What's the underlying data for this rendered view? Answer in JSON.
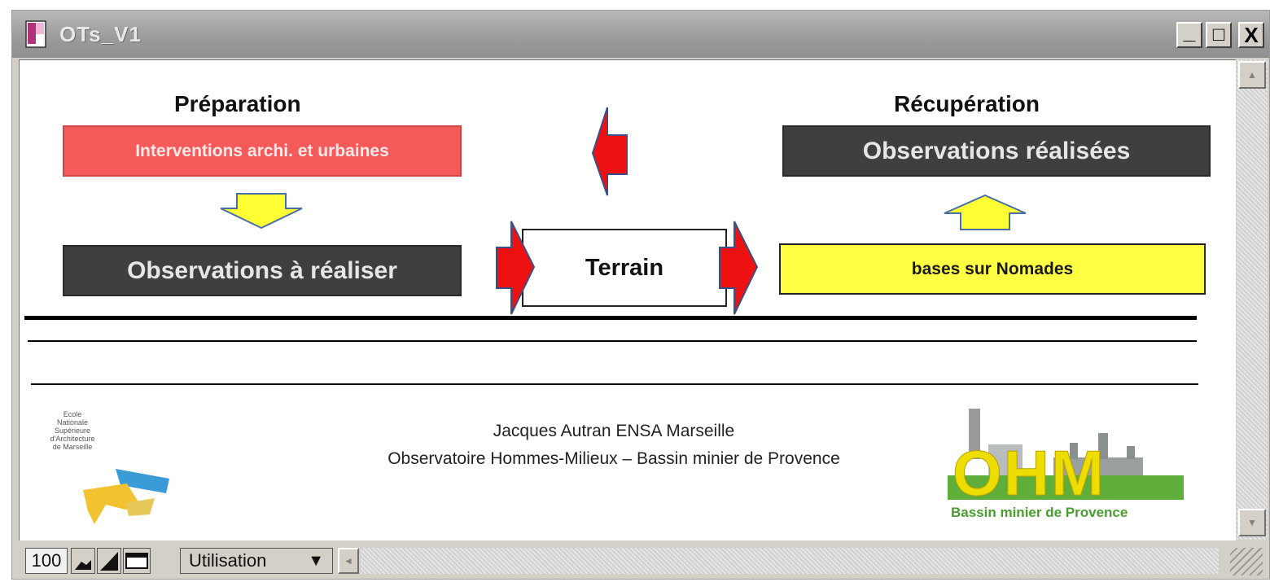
{
  "window": {
    "title": "OTs_V1",
    "minimize_label": "_",
    "maximize_label": "□",
    "close_label": "X"
  },
  "diagram": {
    "left_heading": "Préparation",
    "right_heading": "Récupération",
    "box_interventions": "Interventions archi. et urbaines",
    "box_observations_a_realiser": "Observations à réaliser",
    "box_terrain": "Terrain",
    "box_observations_realisees": "Observations réalisées",
    "box_bases_nomades": "bases sur Nomades",
    "colors": {
      "red_box": "#f55a5a",
      "dark_box": "#3f3f3f",
      "yellow_box": "#ffff44",
      "red_arrow": "#ee1111",
      "yellow_arrow": "#ffff33"
    }
  },
  "footer": {
    "line1": "Jacques Autran ENSA Marseille",
    "line2": "Observatoire Hommes-Milieux – Bassin minier de Provence",
    "left_logo_text": [
      "Ecole",
      "Nationale",
      "Supérieure",
      "d'Architecture",
      "de Marseille"
    ],
    "right_logo_big": "OHM",
    "right_logo_small": "Bassin minier de Provence"
  },
  "statusbar": {
    "zoom": "100",
    "mode": "Utilisation",
    "mode_chevron": "▼",
    "scroll_left": "◄"
  },
  "vscroll": {
    "up": "▲",
    "down": "▼"
  }
}
